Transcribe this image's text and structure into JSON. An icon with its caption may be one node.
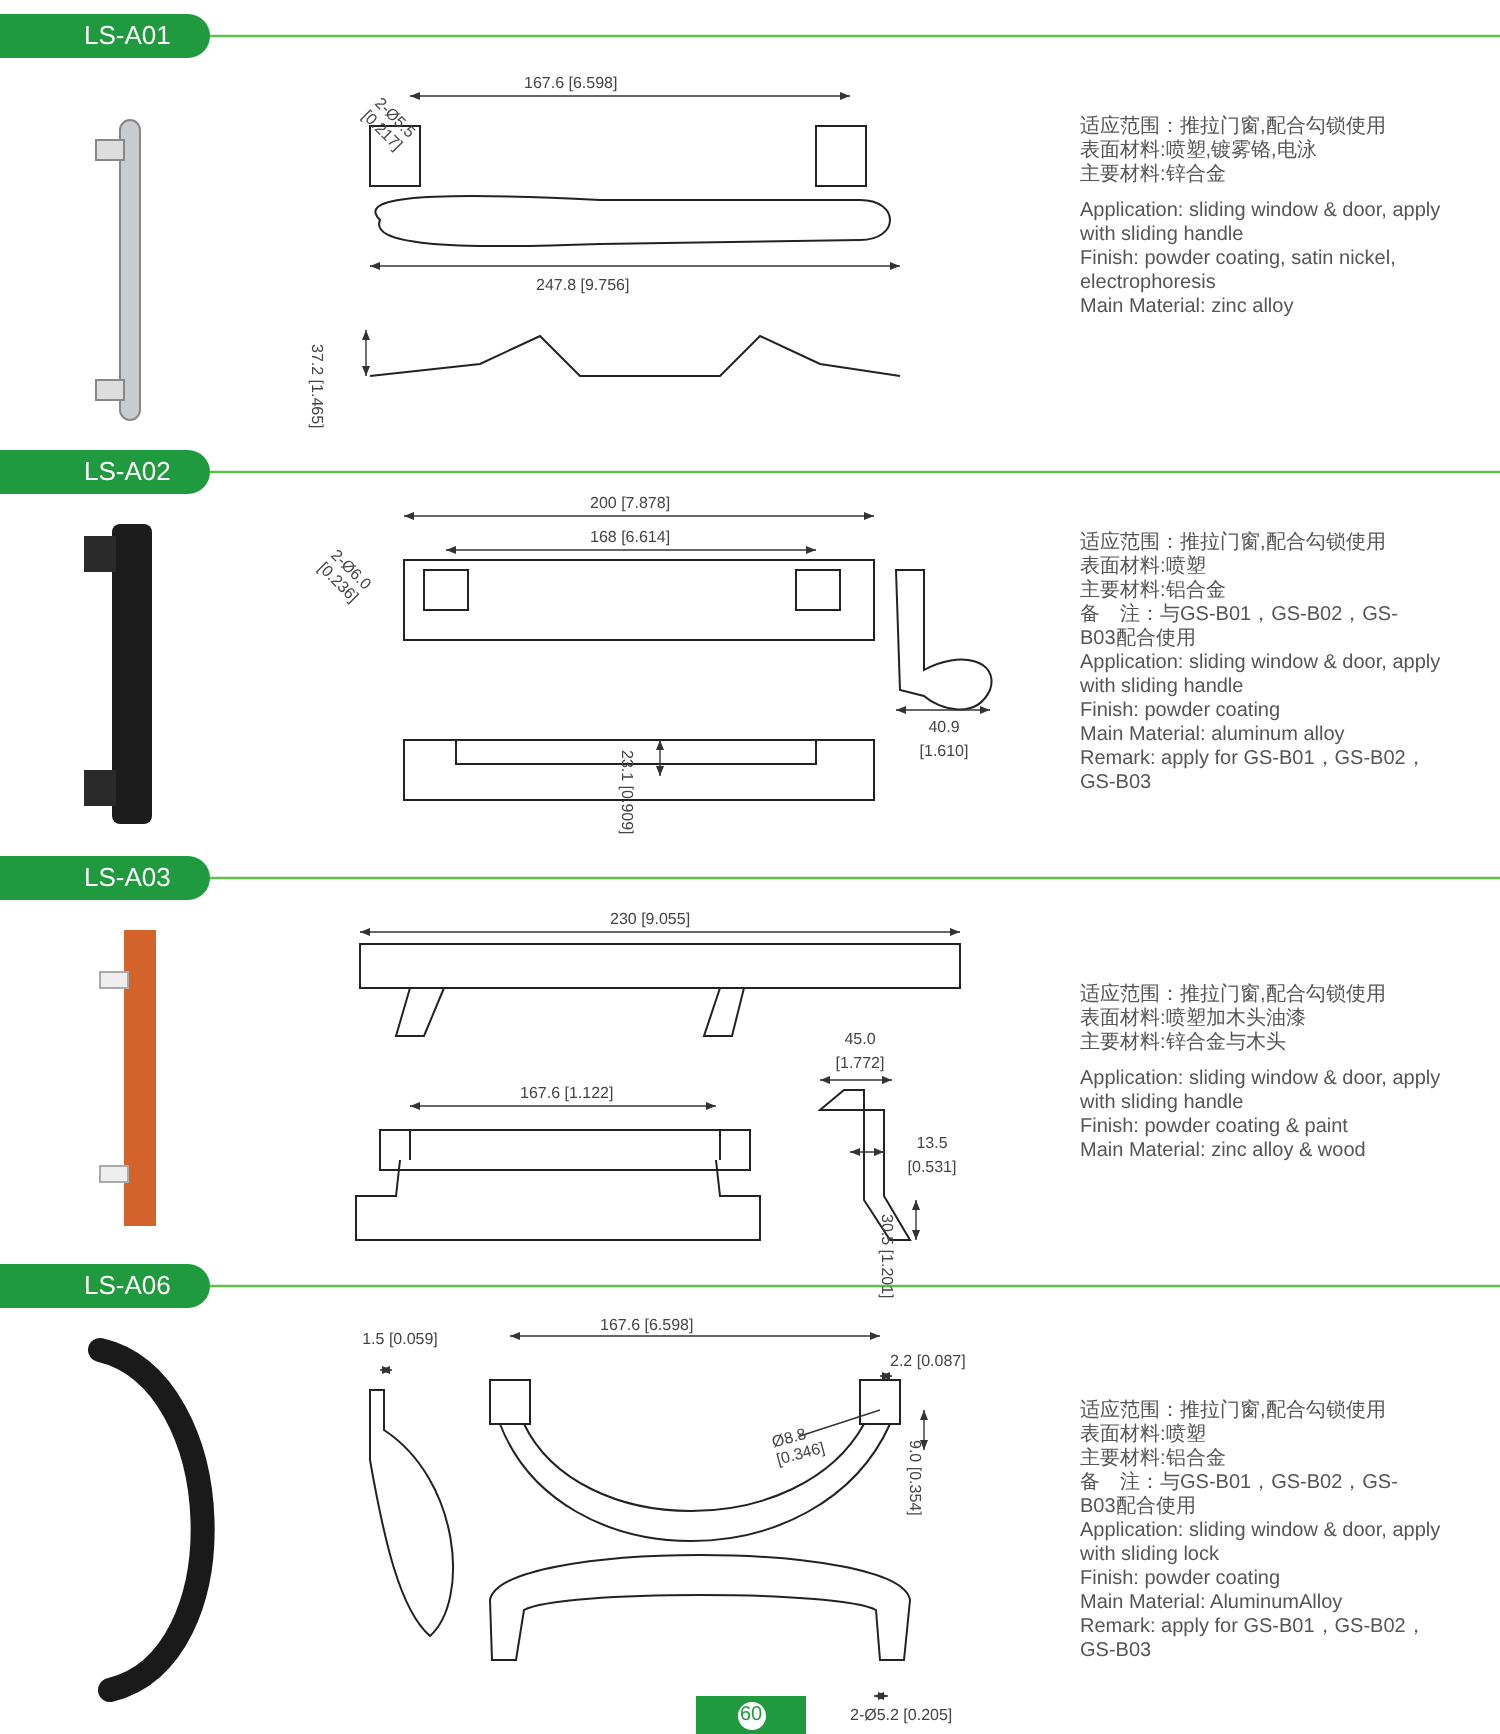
{
  "diagram": {
    "nodes": [
      {
        "text": [
          "LS-A01"
        ]
      },
      {
        "text": [
          "LS-A02"
        ]
      },
      {
        "text": [
          "LS-A03"
        ]
      },
      {
        "text": [
          "LS-A06"
        ]
      },
      {
        "text": [
          "60"
        ]
      }
    ],
    "labels": [
      "2-Ø5.5 [0.217]",
      "167.6 [6.598]",
      "247.8 [9.756]",
      "37.2 [1.465]",
      "适应范围：推拉门窗,配合勾锁使用",
      "表面材料:喷塑,镀雾铬,电泳",
      "主要材料:锌合金",
      "Application: sliding window & door, apply with sliding handle",
      "Finish: powder coating, satin nickel, electrophoresis",
      "Main Material: zinc alloy",
      "2-Ø6.0 [0.236]",
      "200 [7.878]",
      "168 [6.614]",
      "23.1 [0.909]",
      "40.9 [1.610]",
      "适应范围：推拉门窗,配合勾锁使用",
      "表面材料:喷塑",
      "主要材料:铝合金",
      "备　注：与GS-B01，GS-B02，GS-B03配合使用",
      "Application: sliding window & door, apply with sliding handle",
      "Finish: powder coating",
      "Main Material: aluminum alloy",
      "Remark: apply for GS-B01，GS-B02，GS-B03",
      "230 [9.055]",
      "167.6 [1.122]",
      "45.0 [1.772]",
      "13.5 [0.531]",
      "30.5 [1.201]",
      "适应范围：推拉门窗,配合勾锁使用",
      "表面材料:喷塑加木头油漆",
      "主要材料:锌合金与木头",
      "Application: sliding window & door, apply with sliding handle",
      "Finish: powder coating & paint",
      "Main Material: zinc alloy & wood",
      "1.5 [0.059]",
      "167.6 [6.598]",
      "2.2 [0.087]",
      "Ø8.8 [0.346]",
      "9.0 [0.354]",
      "2-Ø5.2 [0.205]",
      "适应范围：推拉门窗,配合勾锁使用",
      "表面材料:喷塑",
      "主要材料:铝合金",
      "备　注：与GS-B01，GS-B02，GS-B03配合使用",
      "Application: sliding window & door, apply with sliding lock",
      "Finish: powder coating",
      "Main Material: AluminumAlloy",
      "Remark: apply for GS-B01，GS-B02，GS-B03"
    ]
  }
}
